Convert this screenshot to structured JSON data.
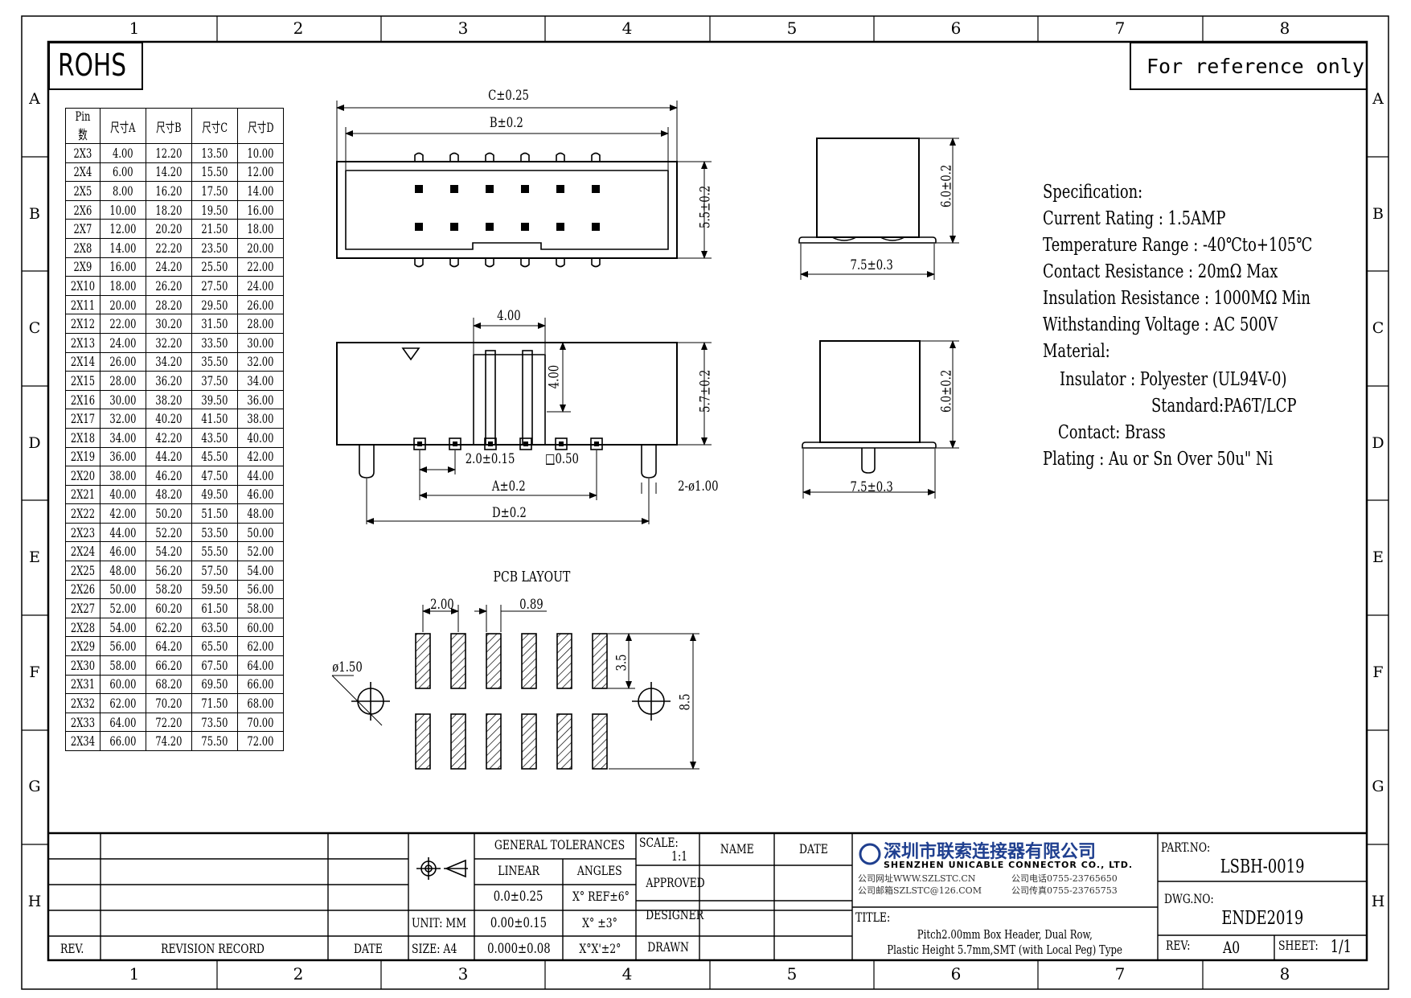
{
  "rohs": "ROHS",
  "reference": "For reference only",
  "zone_cols": [
    "1",
    "2",
    "3",
    "4",
    "5",
    "6",
    "7",
    "8"
  ],
  "zone_rows": [
    "A",
    "B",
    "C",
    "D",
    "E",
    "F",
    "G",
    "H"
  ],
  "dims_table": {
    "headers": [
      "Pin数",
      "尺寸A",
      "尺寸B",
      "尺寸C",
      "尺寸D"
    ],
    "rows": [
      [
        "2X3",
        "4.00",
        "12.20",
        "13.50",
        "10.00"
      ],
      [
        "2X4",
        "6.00",
        "14.20",
        "15.50",
        "12.00"
      ],
      [
        "2X5",
        "8.00",
        "16.20",
        "17.50",
        "14.00"
      ],
      [
        "2X6",
        "10.00",
        "18.20",
        "19.50",
        "16.00"
      ],
      [
        "2X7",
        "12.00",
        "20.20",
        "21.50",
        "18.00"
      ],
      [
        "2X8",
        "14.00",
        "22.20",
        "23.50",
        "20.00"
      ],
      [
        "2X9",
        "16.00",
        "24.20",
        "25.50",
        "22.00"
      ],
      [
        "2X10",
        "18.00",
        "26.20",
        "27.50",
        "24.00"
      ],
      [
        "2X11",
        "20.00",
        "28.20",
        "29.50",
        "26.00"
      ],
      [
        "2X12",
        "22.00",
        "30.20",
        "31.50",
        "28.00"
      ],
      [
        "2X13",
        "24.00",
        "32.20",
        "33.50",
        "30.00"
      ],
      [
        "2X14",
        "26.00",
        "34.20",
        "35.50",
        "32.00"
      ],
      [
        "2X15",
        "28.00",
        "36.20",
        "37.50",
        "34.00"
      ],
      [
        "2X16",
        "30.00",
        "38.20",
        "39.50",
        "36.00"
      ],
      [
        "2X17",
        "32.00",
        "40.20",
        "41.50",
        "38.00"
      ],
      [
        "2X18",
        "34.00",
        "42.20",
        "43.50",
        "40.00"
      ],
      [
        "2X19",
        "36.00",
        "44.20",
        "45.50",
        "42.00"
      ],
      [
        "2X20",
        "38.00",
        "46.20",
        "47.50",
        "44.00"
      ],
      [
        "2X21",
        "40.00",
        "48.20",
        "49.50",
        "46.00"
      ],
      [
        "2X22",
        "42.00",
        "50.20",
        "51.50",
        "48.00"
      ],
      [
        "2X23",
        "44.00",
        "52.20",
        "53.50",
        "50.00"
      ],
      [
        "2X24",
        "46.00",
        "54.20",
        "55.50",
        "52.00"
      ],
      [
        "2X25",
        "48.00",
        "56.20",
        "57.50",
        "54.00"
      ],
      [
        "2X26",
        "50.00",
        "58.20",
        "59.50",
        "56.00"
      ],
      [
        "2X27",
        "52.00",
        "60.20",
        "61.50",
        "58.00"
      ],
      [
        "2X28",
        "54.00",
        "62.20",
        "63.50",
        "60.00"
      ],
      [
        "2X29",
        "56.00",
        "64.20",
        "65.50",
        "62.00"
      ],
      [
        "2X30",
        "58.00",
        "66.20",
        "67.50",
        "64.00"
      ],
      [
        "2X31",
        "60.00",
        "68.20",
        "69.50",
        "66.00"
      ],
      [
        "2X32",
        "62.00",
        "70.20",
        "71.50",
        "68.00"
      ],
      [
        "2X33",
        "64.00",
        "72.20",
        "73.50",
        "70.00"
      ],
      [
        "2X34",
        "66.00",
        "74.20",
        "75.50",
        "72.00"
      ]
    ]
  },
  "dimensions": {
    "c": "C±0.25",
    "b": "B±0.2",
    "h55": "5.5±0.2",
    "h57": "5.7±0.2",
    "w400": "4.00",
    "h400": "4.00",
    "pitch": "2.0±0.15",
    "pin_sq": "□0.50",
    "a": "A±0.2",
    "d": "D±0.2",
    "peg": "2-ø1.00",
    "side_h1": "6.0±0.2",
    "side_w1": "7.5±0.3",
    "side_h2": "6.0±0.2",
    "side_w2": "7.5±0.3",
    "pcb_title": "PCB LAYOUT",
    "pcb_pitch": "2.00",
    "pcb_pad_w": "0.89",
    "pcb_hole": "ø1.50",
    "pcb_pad_h": "3.5",
    "pcb_total_h": "8.5"
  },
  "spec": {
    "lines": [
      "Specification:",
      "Current Rating : 1.5AMP",
      "Temperature Range : -40℃to+105℃",
      "Contact Resistance : 20mΩ Max",
      "Insulation Resistance : 1000MΩ Min",
      "Withstanding Voltage : AC 500V",
      "Material:",
      "Insulator : Polyester (UL94V-0)",
      "Standard:PA6T/LCP",
      "Contact: Brass",
      "Plating : Au or Sn Over 50u\" Ni"
    ]
  },
  "title_block": {
    "rev_label": "REV.",
    "revision_record": "REVISION RECORD",
    "date_col": "DATE",
    "unit": "UNIT: MM",
    "size": "SIZE: A4",
    "general_tolerances": "GENERAL TOLERANCES",
    "linear": "LINEAR",
    "angles": "ANGLES",
    "lin1": "0.0±0.25",
    "lin2": "0.00±0.15",
    "lin3": "0.000±0.08",
    "ang1": "X° REF±6°",
    "ang2": "X° ±3°",
    "ang3": "X°X'±2°",
    "scale_label": "SCALE:",
    "scale_value": "1:1",
    "approved": "APPROVED",
    "designer": "DESIGNER",
    "drawn": "DRAWN",
    "name": "NAME",
    "date": "DATE",
    "company_cn": "深圳市联索连接器有限公司",
    "company_en": "SHENZHEN UNICABLE CONNECTOR CO., LTD.",
    "web": "公司网址WWW.SZLSTC.CN",
    "email": "公司邮箱SZLSTC@126.COM",
    "phone": "公司电话0755-23765650",
    "fax": "公司传真0755-23765753",
    "title_label": "TITLE:",
    "title_line1": "Pitch2.00mm Box Header, Dual Row,",
    "title_line2": "Plastic Height 5.7mm,SMT (with Local Peg) Type",
    "part_no_label": "PART.NO:",
    "part_no": "LSBH-0019",
    "dwg_no_label": "DWG.NO:",
    "dwg_no": "ENDE2019",
    "rev_no_label": "REV:",
    "rev_no": "A0",
    "sheet_label": "SHEET:",
    "sheet": "1/1"
  }
}
